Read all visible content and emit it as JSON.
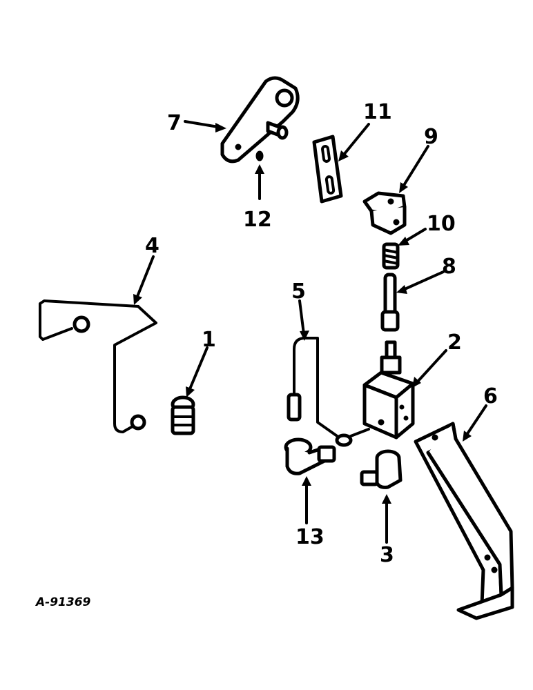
{
  "drawing": {
    "reference_number": "A-91369",
    "callouts": {
      "c1": "1",
      "c2": "2",
      "c3": "3",
      "c4": "4",
      "c5": "5",
      "c6": "6",
      "c7": "7",
      "c8": "8",
      "c9": "9",
      "c10": "10",
      "c11": "11",
      "c12": "12",
      "c13": "13"
    }
  }
}
